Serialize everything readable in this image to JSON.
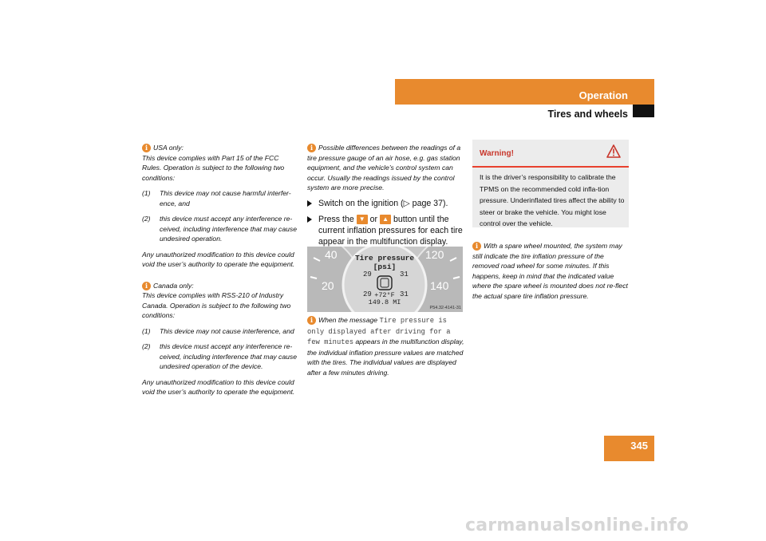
{
  "header": {
    "title": "Operation",
    "subtitle": "Tires and wheels"
  },
  "page_number": "345",
  "colors": {
    "accent": "#e88a2e",
    "warning": "#e8412e"
  },
  "col1": {
    "usa_title": "USA only:",
    "usa_intro": "This device complies with Part 15 of the FCC Rules. Operation is subject to the following two conditions:",
    "usa_items": [
      {
        "n": "(1)",
        "t": "This device may not cause harmful interfer-ence, and"
      },
      {
        "n": "(2)",
        "t": "this device must accept any interference re-ceived, including interference that may cause undesired operation."
      }
    ],
    "usa_footer": "Any unauthorized modification to this device could void the user’s authority to operate the equipment.",
    "canada_title": "Canada only:",
    "canada_intro": "This device complies with RSS-210 of Industry Canada. Operation is subject to the following two conditions:",
    "canada_items": [
      {
        "n": "(1)",
        "t": "This device may not cause interference, and"
      },
      {
        "n": "(2)",
        "t": "this device must accept any interference re-ceived, including interference that may cause undesired operation of the device."
      }
    ],
    "canada_footer": "Any unauthorized modification to this device could void the user’s authority to operate the equipment."
  },
  "col2": {
    "note1": "Possible differences between the readings of a tire pressure gauge of an air hose, e.g. gas station equipment, and the vehicle’s control system can occur. Usually the readings issued by the control system are more precise.",
    "step1": "Switch on the ignition (▷ page 37).",
    "step2_a": "Press the",
    "step2_b": "or",
    "step2_c": "button until the current inflation pressures for each tire appear in the multifunction display.",
    "note2_a": "When the message",
    "note2_mono": "Tire pressure is only displayed after driving for a few minutes",
    "note2_b": "appears in the multifunction display, the individual inflation pressure values are matched with the tires. The individual values are displayed after a few minutes driving."
  },
  "cluster": {
    "title": "Tire pressure",
    "unit": "[psi]",
    "fl": "29",
    "fr": "31",
    "rl": "29",
    "rr": "31",
    "temp": "+72°F",
    "odo": "149.8 MI",
    "code": "P54.32-4141-31",
    "s40": "40",
    "s20": "20",
    "s120": "120",
    "s140": "140"
  },
  "col3": {
    "warning_title": "Warning!",
    "warning_body": "It is the driver’s responsibility to calibrate the TPMS on the recommended cold infla-tion pressure. Underinflated tires affect the ability to steer or brake the vehicle. You might lose control over the vehicle.",
    "note": "With a spare wheel mounted, the system may still indicate the tire inflation pressure of the removed road wheel for some minutes. If this happens, keep in mind that the indicated value where the spare wheel is mounted does not re-flect the actual spare tire inflation pressure."
  },
  "watermark": "carmanualsonline.info"
}
